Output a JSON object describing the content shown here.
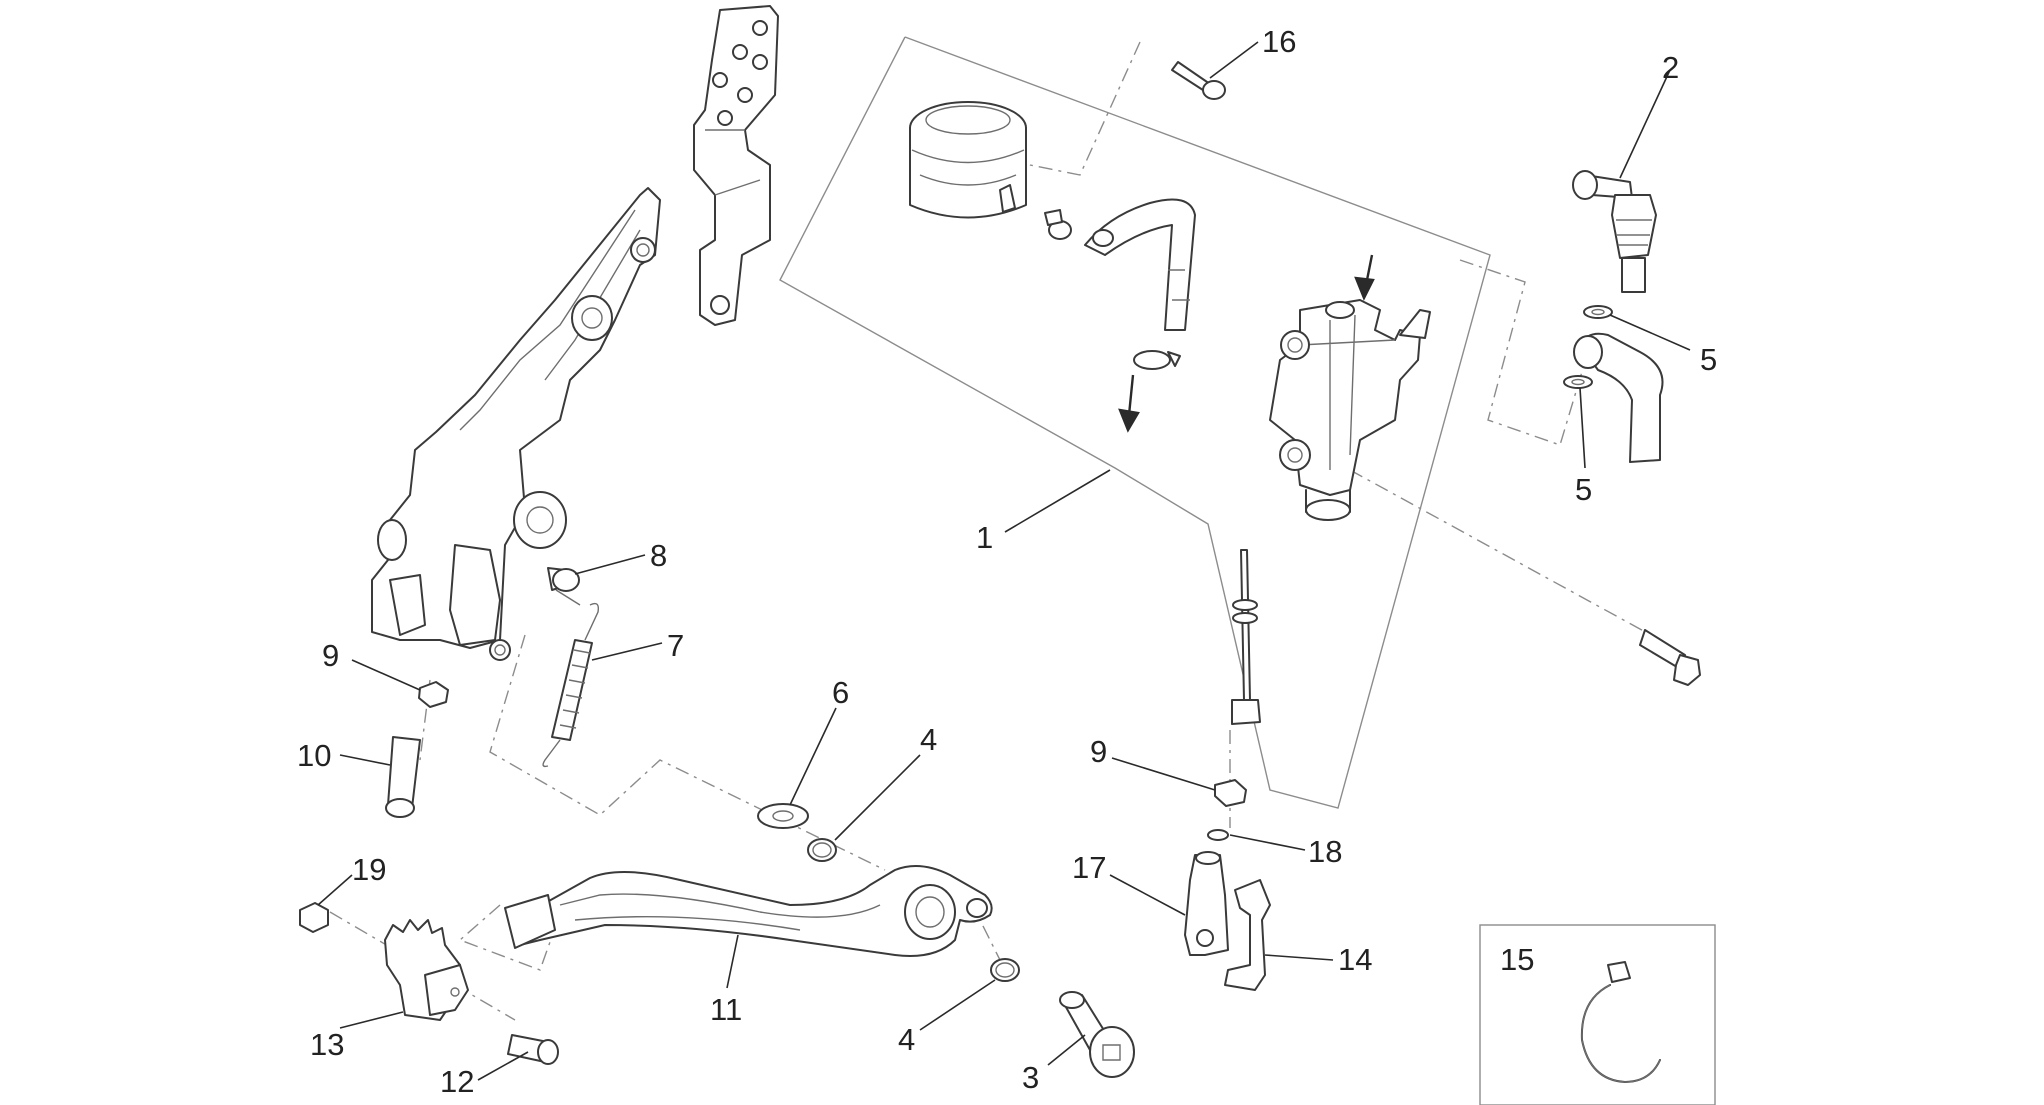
{
  "diagram": {
    "callouts": [
      "1",
      "2",
      "3",
      "4",
      "4",
      "5",
      "5",
      "6",
      "7",
      "8",
      "9",
      "9",
      "10",
      "11",
      "12",
      "13",
      "14",
      "15",
      "16",
      "17",
      "18",
      "19"
    ],
    "parts": [
      "footrest-plate",
      "rider-footpeg-bracket",
      "brake-reservoir",
      "reservoir-hose",
      "master-cylinder",
      "banjo-fitting",
      "banjo-hose",
      "pushrod",
      "screw",
      "spring",
      "brake-pedal",
      "pedal-pad",
      "clevis",
      "clip",
      "pivot-pin",
      "bolt",
      "nut",
      "washer",
      "snap-ring",
      "hose-clamp"
    ]
  }
}
